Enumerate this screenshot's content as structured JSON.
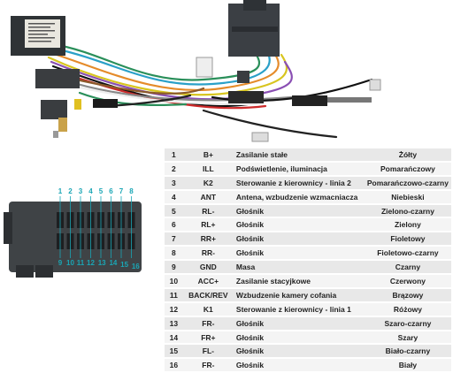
{
  "connector": {
    "top_pins": [
      "1",
      "2",
      "3",
      "4",
      "5",
      "6",
      "7",
      "8"
    ],
    "bottom_pins": [
      "9",
      "10",
      "11",
      "12",
      "13",
      "14",
      "15",
      "16"
    ]
  },
  "pins": [
    {
      "num": "1",
      "code": "B+",
      "desc": "Zasilanie stałe",
      "color": "Żółty"
    },
    {
      "num": "2",
      "code": "ILL",
      "desc": "Podświetlenie, iluminacja",
      "color": "Pomarańczowy"
    },
    {
      "num": "3",
      "code": "K2",
      "desc": "Sterowanie z kierownicy - linia 2",
      "color": "Pomarańczowo-czarny"
    },
    {
      "num": "4",
      "code": "ANT",
      "desc": "Antena, wzbudzenie wzmacniacza",
      "color": "Niebieski"
    },
    {
      "num": "5",
      "code": "RL-",
      "desc": "Głośnik",
      "color": "Zielono-czarny"
    },
    {
      "num": "6",
      "code": "RL+",
      "desc": "Głośnik",
      "color": "Zielony"
    },
    {
      "num": "7",
      "code": "RR+",
      "desc": "Głośnik",
      "color": "Fioletowy"
    },
    {
      "num": "8",
      "code": "RR-",
      "desc": "Głośnik",
      "color": "Fioletowo-czarny"
    },
    {
      "num": "9",
      "code": "GND",
      "desc": "Masa",
      "color": "Czarny"
    },
    {
      "num": "10",
      "code": "ACC+",
      "desc": "Zasilanie stacyjkowe",
      "color": "Czerwony"
    },
    {
      "num": "11",
      "code": "BACK/REV",
      "desc": "Wzbudzenie kamery cofania",
      "color": "Brązowy"
    },
    {
      "num": "12",
      "code": "K1",
      "desc": "Sterowanie z kierownicy - linia 1",
      "color": "Różowy"
    },
    {
      "num": "13",
      "code": "FR-",
      "desc": "Głośnik",
      "color": "Szaro-czarny"
    },
    {
      "num": "14",
      "code": "FR+",
      "desc": "Głośnik",
      "color": "Szary"
    },
    {
      "num": "15",
      "code": "FL-",
      "desc": "Głośnik",
      "color": "Biało-czarny"
    },
    {
      "num": "16",
      "code": "FR-",
      "desc": "Głośnik",
      "color": "Biały"
    }
  ]
}
